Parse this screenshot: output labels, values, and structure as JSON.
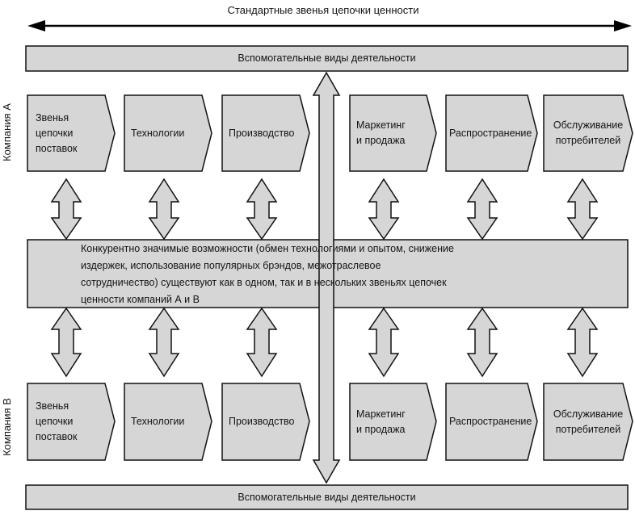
{
  "top_axis_label": "Стандартные звенья цепочки ценности",
  "support_top": "Вспомогательные виды деятельности",
  "support_bottom": "Вспомогательные виды деятельности",
  "company_a_label": "Компания А",
  "company_b_label": "Компания В",
  "company_a_steps": [
    "Звенья\nцепочки\nпоставок",
    "Технологии",
    "Производство",
    "Маркетинг\nи продажа",
    "Распространение",
    "Обслуживание\nпотребителей"
  ],
  "company_b_steps": [
    "Звенья\nцепочки\nпоставок",
    "Технологии",
    "Производство",
    "Маркетинг\nи продажа",
    "Распространение",
    "Обслуживание\nпотребителей"
  ],
  "middle_text": "Конкурентно значимые возможности (обмен технологиями и опытом, снижение издержек, использование популярных брэндов, межотраслевое сотрудничество) существуют как в одном, так и в нескольких звеньях цепочек ценности компаний А и В",
  "colors": {
    "fill": "#d6d6d6",
    "stroke": "#111111",
    "text": "#141414"
  }
}
